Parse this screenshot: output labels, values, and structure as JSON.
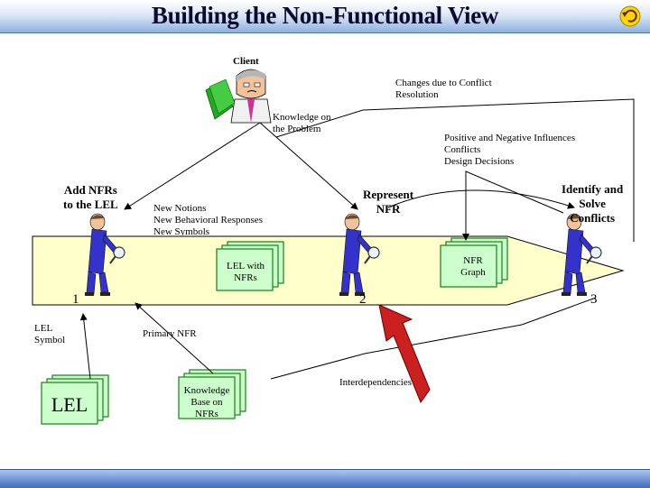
{
  "title": "Building the Non-Functional View",
  "labels": {
    "client": "Client",
    "changes": [
      "Changes due to Conflict",
      "Resolution"
    ],
    "knowledge": [
      "Knowledge on",
      "the Problem"
    ],
    "influences": [
      "Positive and Negative Influences",
      "Conflicts",
      "Design Decisions"
    ],
    "add_nfrs": [
      "Add NFRs",
      "to the  LEL"
    ],
    "notions": [
      "New Notions",
      "New Behavioral Responses",
      "New Symbols"
    ],
    "represent": [
      "Represent",
      "NFR"
    ],
    "identify": [
      "Identify and",
      "Solve",
      "Conflicts"
    ],
    "lel_with_nfrs": [
      "LEL with",
      "NFRs"
    ],
    "nfr_graph": [
      "NFR",
      "Graph"
    ],
    "step1": "1",
    "step2": "2",
    "step3": "3",
    "lel_symbol": [
      "LEL",
      "Symbol"
    ],
    "primary_nfr": "Primary NFR",
    "lel": "LEL",
    "knowledge_base": [
      "Knowledge",
      "Base on",
      "NFRs"
    ],
    "interdependencies": "Interdependencies"
  },
  "colors": {
    "band": "#ffffcc",
    "doc_fill": "#ccffcc",
    "doc_border": "#228b22",
    "big_arrow": "#cc1f1f",
    "figure_suit": "#3333cc"
  },
  "icons": [
    "undo-icon",
    "client-figure",
    "worker-figure"
  ]
}
